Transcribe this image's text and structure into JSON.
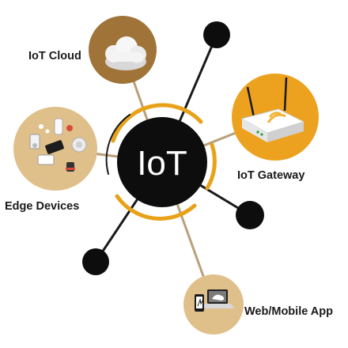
{
  "hub": {
    "title": "IoT"
  },
  "nodes": {
    "cloud": {
      "label": "IoT Cloud",
      "icon": "cloud-icon"
    },
    "gateway": {
      "label": "IoT Gateway",
      "icon": "router-icon"
    },
    "edge": {
      "label": "Edge Devices",
      "icon": "devices-icon"
    },
    "web": {
      "label": "Web/Mobile App",
      "icon": "phone-laptop-icon"
    }
  },
  "colors": {
    "hub": "#0d0d0d",
    "ring": "#e8a21a",
    "node_brown": "#a07438",
    "node_orange": "#eca21e",
    "node_tan": "#e0c08a",
    "connector": "#b8a07a",
    "dot": "#0d0d0d"
  }
}
